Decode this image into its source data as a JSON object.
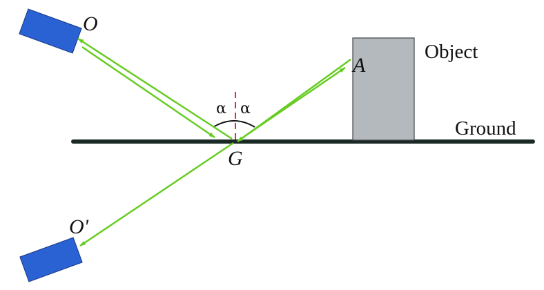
{
  "labels": {
    "observer": "O",
    "mirror_observer": "O'",
    "ground_point": "G",
    "object_point": "A",
    "object": "Object",
    "ground": "Ground",
    "angle_left": "α",
    "angle_right": "α"
  },
  "colors": {
    "ray": "#66cc22",
    "device": "#2a62d4",
    "device_edge": "#1f3f8f",
    "object_fill": "#b3b9bd",
    "object_edge": "#444444",
    "ground": "#1b2a26",
    "normal": "#e0302a"
  }
}
